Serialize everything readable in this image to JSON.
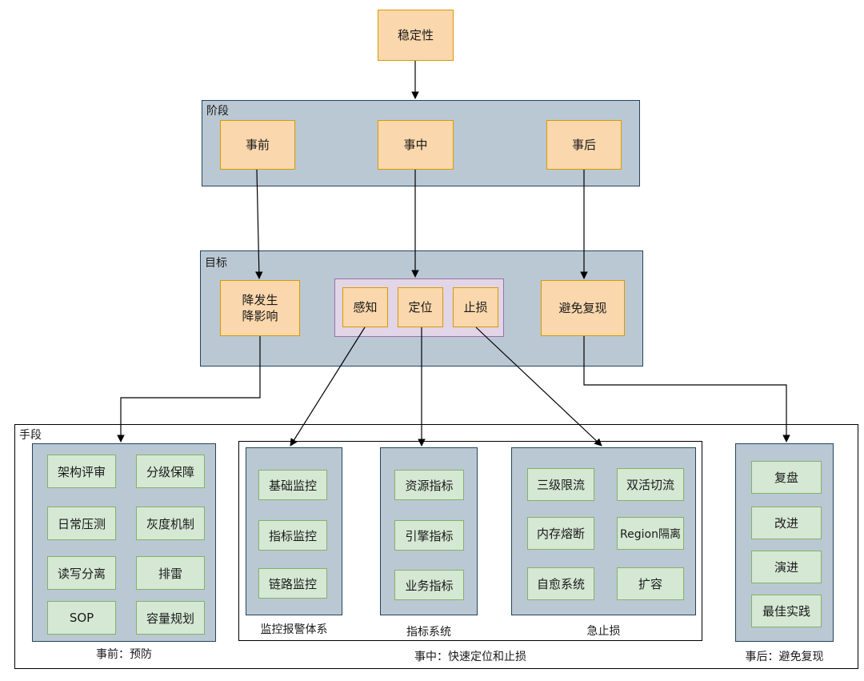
{
  "root": {
    "label": "稳定性"
  },
  "phase_panel": {
    "title": "阶段",
    "items": [
      "事前",
      "事中",
      "事后"
    ]
  },
  "goal_panel": {
    "title": "目标",
    "reduce": [
      "降发生",
      "降影响"
    ],
    "middle": [
      "感知",
      "定位",
      "止损"
    ],
    "avoid": "避免复现"
  },
  "means_panel": {
    "title": "手段",
    "prevention": {
      "items": [
        "架构评审",
        "分级保障",
        "日常压测",
        "灰度机制",
        "读写分离",
        "排雷",
        "SOP",
        "容量规划"
      ],
      "caption": "事前：预防"
    },
    "during": {
      "caption": "事中：快速定位和止损",
      "monitoring": {
        "items": [
          "基础监控",
          "指标监控",
          "链路监控"
        ],
        "caption": "监控报警体系"
      },
      "metrics": {
        "items": [
          "资源指标",
          "引擎指标",
          "业务指标"
        ],
        "caption": "指标系统"
      },
      "stoploss": {
        "items": [
          "三级限流",
          "双活切流",
          "内存熔断",
          "Region隔离",
          "自愈系统",
          "扩容"
        ],
        "caption": "急止损"
      }
    },
    "after": {
      "items": [
        "复盘",
        "改进",
        "演进",
        "最佳实践"
      ],
      "caption": "事后：避免复现"
    }
  },
  "colors": {
    "orange_fill": "#fad7ac",
    "orange_stroke": "#d79b00",
    "panel_fill": "#bac8d3",
    "panel_stroke": "#23445d",
    "green_fill": "#d5e8d4",
    "green_stroke": "#82b366",
    "purple_fill": "#e1d5e7",
    "purple_stroke": "#9673a6"
  }
}
